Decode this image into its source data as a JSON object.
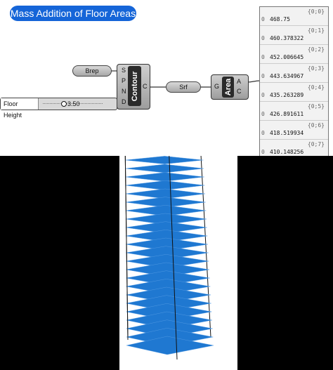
{
  "title": "Mass Addition of Floor Areas",
  "components": {
    "brep": {
      "label": "Brep"
    },
    "contour": {
      "name": "Contour",
      "inputs": [
        "S",
        "P",
        "N",
        "D"
      ],
      "outputs": [
        "C"
      ]
    },
    "srf": {
      "label": "Srf"
    },
    "area": {
      "name": "Area",
      "inputs": [
        "G"
      ],
      "outputs": [
        "A",
        "C"
      ]
    },
    "slider": {
      "label": "Floor Height",
      "value": "3.50"
    }
  },
  "panel": {
    "rows": [
      {
        "index": "{0;0}",
        "num": "0",
        "value": "468.75"
      },
      {
        "index": "{0;1}",
        "num": "0",
        "value": "460.378322"
      },
      {
        "index": "{0;2}",
        "num": "0",
        "value": "452.006645"
      },
      {
        "index": "{0;3}",
        "num": "0",
        "value": "443.634967"
      },
      {
        "index": "{0;4}",
        "num": "0",
        "value": "435.263289"
      },
      {
        "index": "{0;5}",
        "num": "0",
        "value": "426.891611"
      },
      {
        "index": "{0;6}",
        "num": "0",
        "value": "418.519934"
      },
      {
        "index": "{0;7}",
        "num": "0",
        "value": "410.148256"
      },
      {
        "index": "{0;8}",
        "num": "",
        "value": ""
      }
    ]
  },
  "viewport": {
    "floor_count": 25,
    "slab_color": "#1f78d1"
  }
}
